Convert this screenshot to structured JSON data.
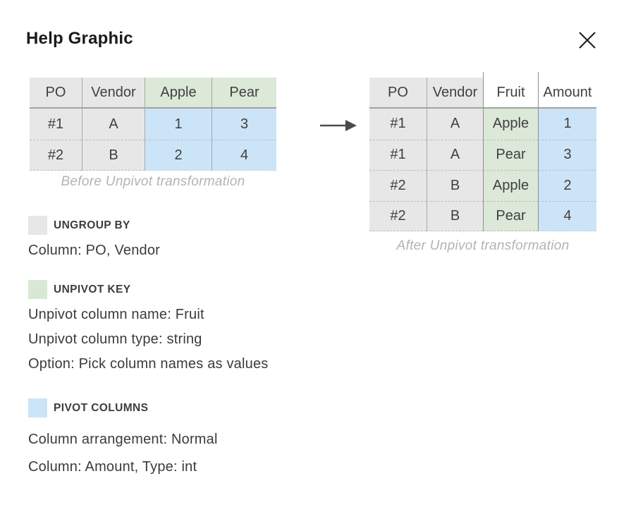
{
  "title": "Help Graphic",
  "close": {
    "label": "Close"
  },
  "colors": {
    "ungroup_gray": "#e7e7e7",
    "unpivot_green": "#dce8d8",
    "pivot_blue": "#cce4f7",
    "text": "#404040",
    "caption": "#b3b3b3"
  },
  "before_table": {
    "caption": "Before Unpivot transformation",
    "headers": [
      "PO",
      "Vendor",
      "Apple",
      "Pear"
    ],
    "rows": [
      [
        "#1",
        "A",
        "1",
        "3"
      ],
      [
        "#2",
        "B",
        "2",
        "4"
      ]
    ]
  },
  "after_table": {
    "caption": "After Unpivot transformation",
    "headers": [
      "PO",
      "Vendor",
      "Fruit",
      "Amount"
    ],
    "rows": [
      [
        "#1",
        "A",
        "Apple",
        "1"
      ],
      [
        "#1",
        "A",
        "Pear",
        "3"
      ],
      [
        "#2",
        "B",
        "Apple",
        "2"
      ],
      [
        "#2",
        "B",
        "Pear",
        "4"
      ]
    ]
  },
  "legend": {
    "ungroup": {
      "label": "UNGROUP BY",
      "lines": [
        "Column: PO, Vendor"
      ]
    },
    "unpivot": {
      "label": "UNPIVOT KEY",
      "lines": [
        "Unpivot column name: Fruit",
        "Unpivot column type: string",
        "Option: Pick column names as values"
      ]
    },
    "pivot": {
      "label": "PIVOT COLUMNS",
      "lines": [
        "Column arrangement: Normal",
        "Column: Amount, Type: int"
      ]
    }
  }
}
